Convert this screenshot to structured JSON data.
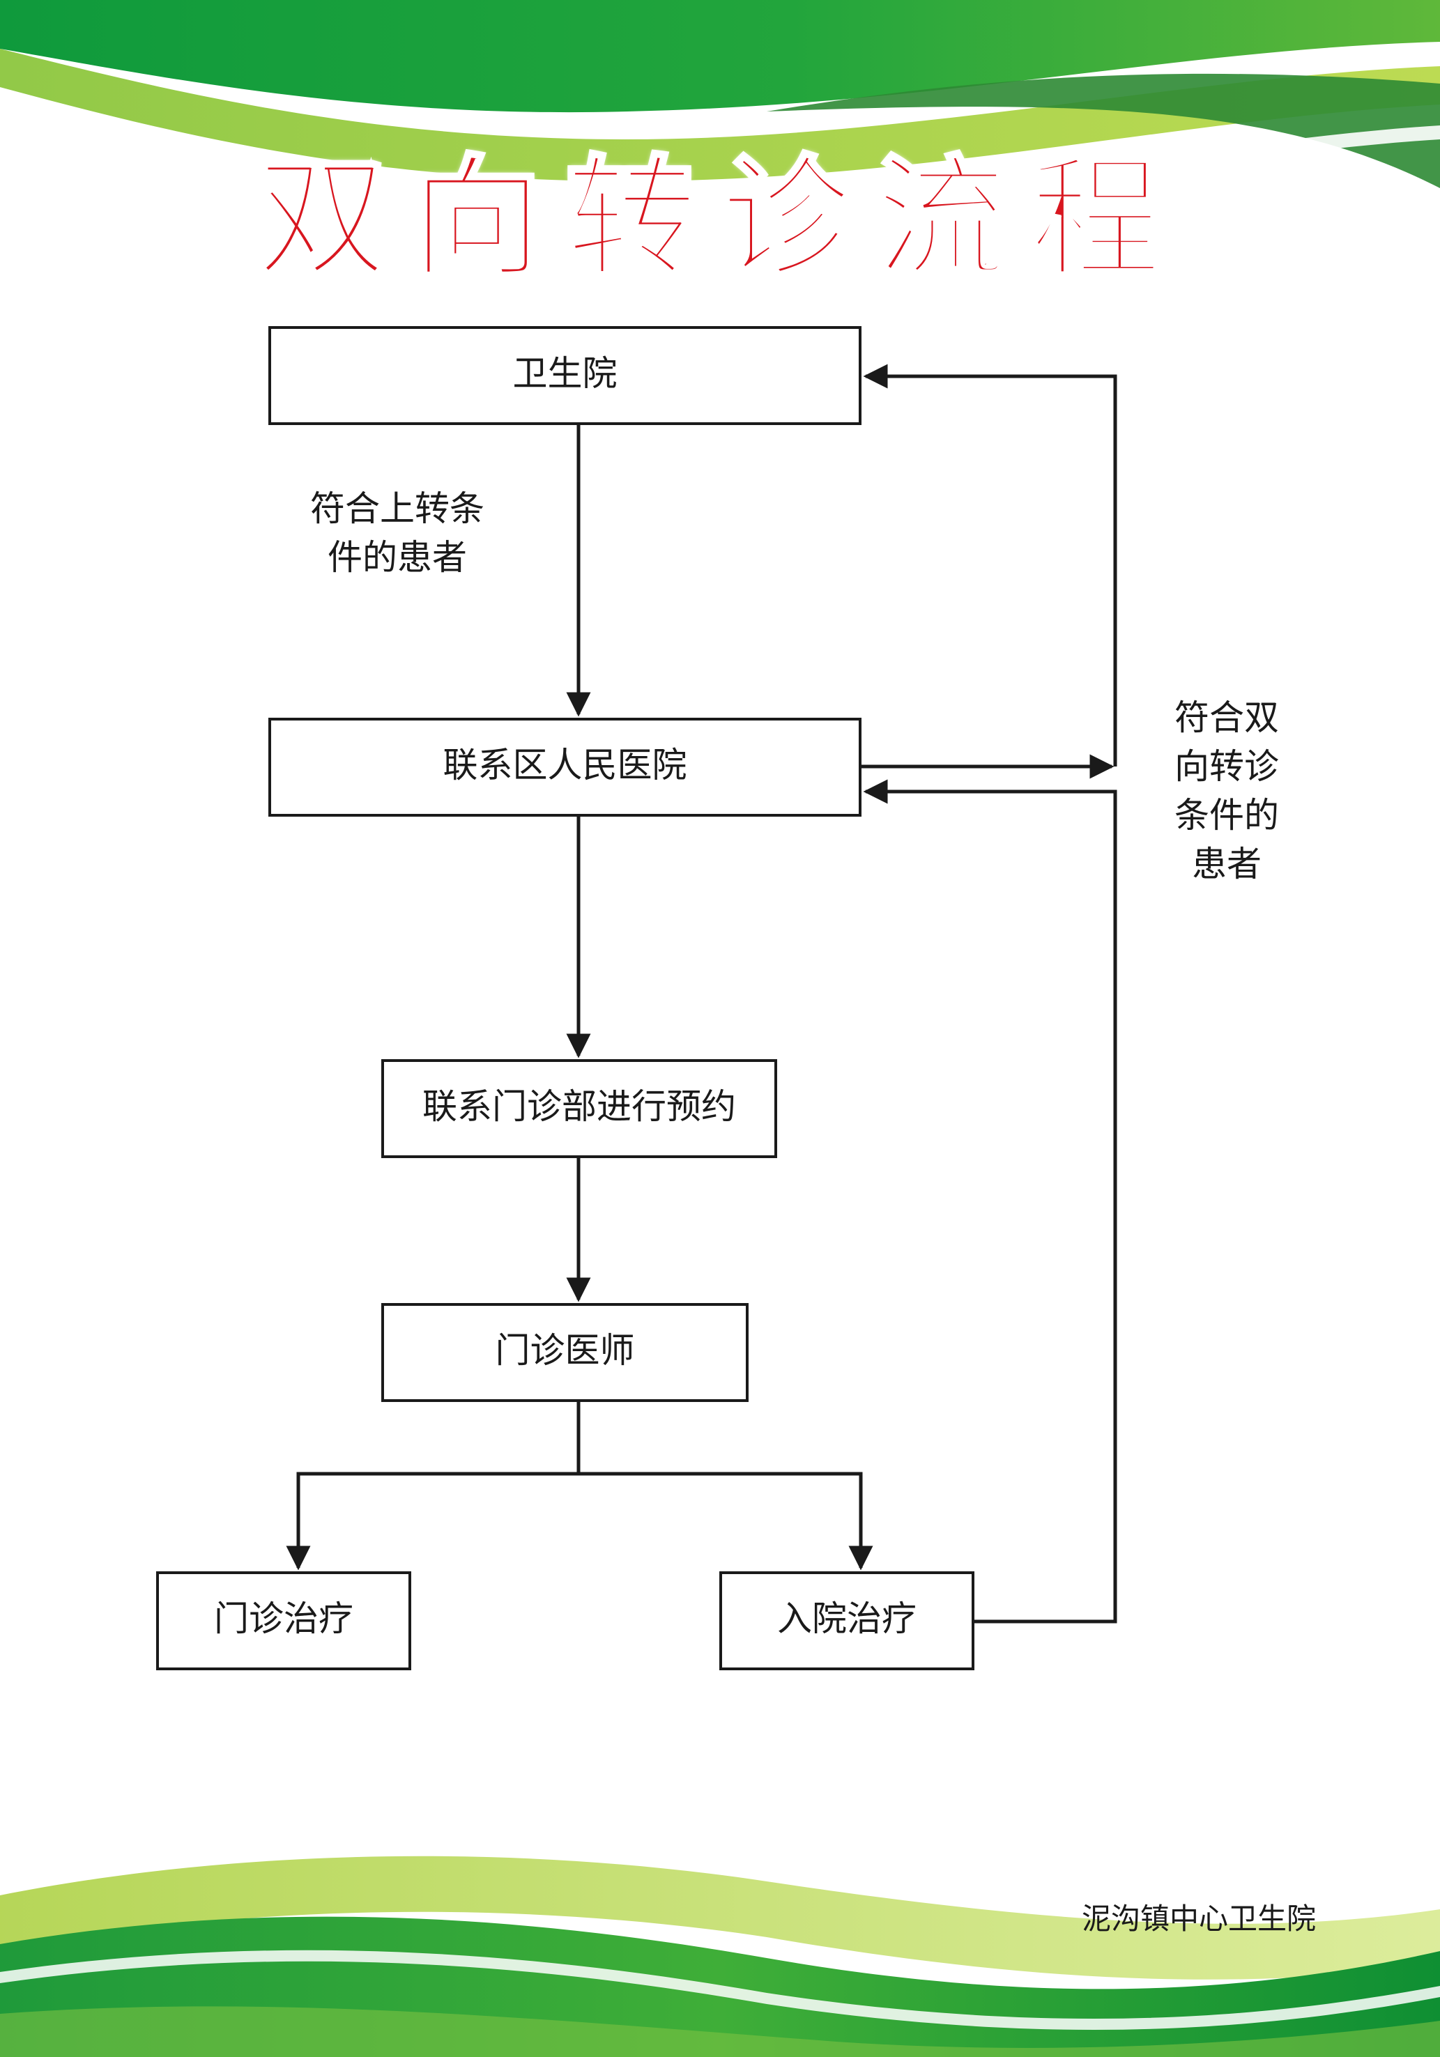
{
  "title": "双向转诊流程",
  "colors": {
    "title": "#d8161f",
    "band_dark": "#0f9a3c",
    "band_mid": "#3fae38",
    "band_light": "#a9cf3b",
    "line": "#1a1a1a"
  },
  "nodes": {
    "health_center": "卫生院",
    "district_hospital": "联系区人民医院",
    "outpatient_booking": "联系门诊部进行预约",
    "outpatient_doctor": "门诊医师",
    "outpatient_treatment": "门诊治疗",
    "inpatient_treatment": "入院治疗"
  },
  "labels": {
    "upward_line1": "符合上转条",
    "upward_line2": "件的患者",
    "two_way_line1": "符合双",
    "two_way_line2": "向转诊",
    "two_way_line3": "条件的",
    "two_way_line4": "患者"
  },
  "footer": "泥沟镇中心卫生院"
}
